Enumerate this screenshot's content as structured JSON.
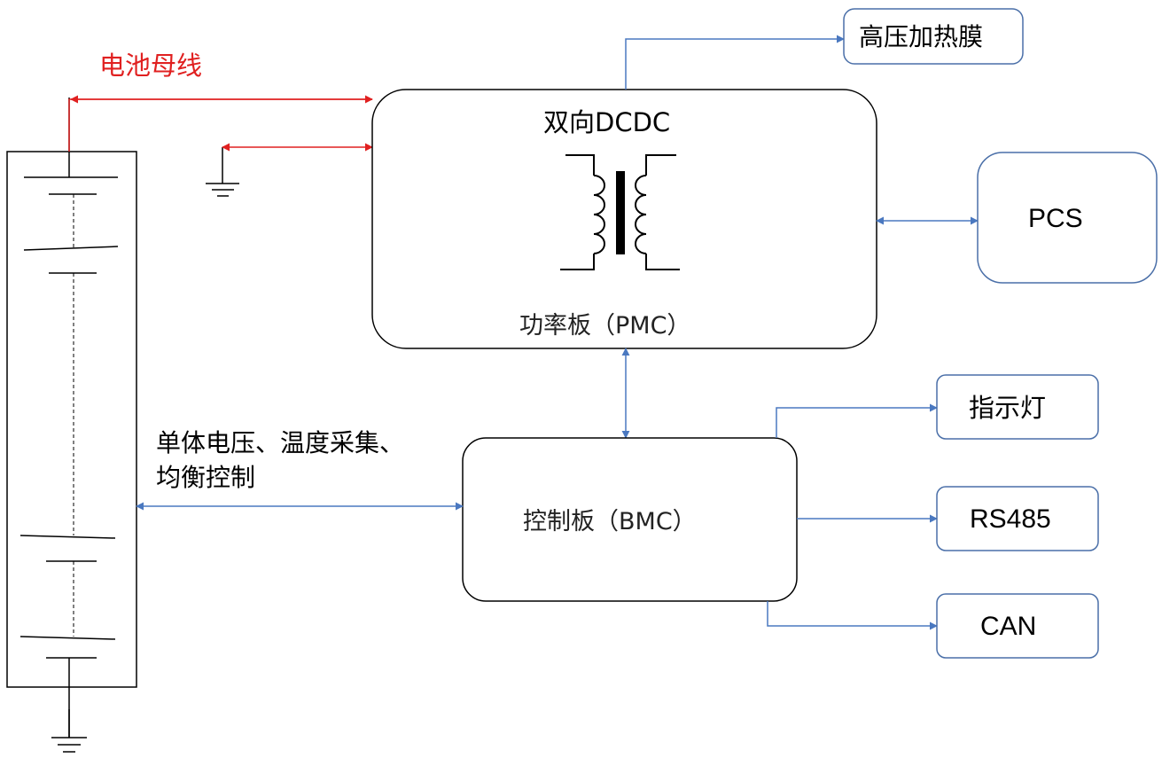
{
  "colors": {
    "power_line": "#e02020",
    "signal_line": "#4a78c0",
    "box_black": "#000000",
    "box_blue": "#4a6fa8"
  },
  "labels": {
    "battery_bus": "电池母线",
    "dcdc_title": "双向DCDC",
    "pmc": "功率板（PMC）",
    "bmc": "控制板（BMC）",
    "heater": "高压加热膜",
    "pcs": "PCS",
    "indicator": "指示灯",
    "rs485": "RS485",
    "can": "CAN",
    "sampling_line1": "单体电压、温度采集、",
    "sampling_line2": "均衡控制"
  }
}
